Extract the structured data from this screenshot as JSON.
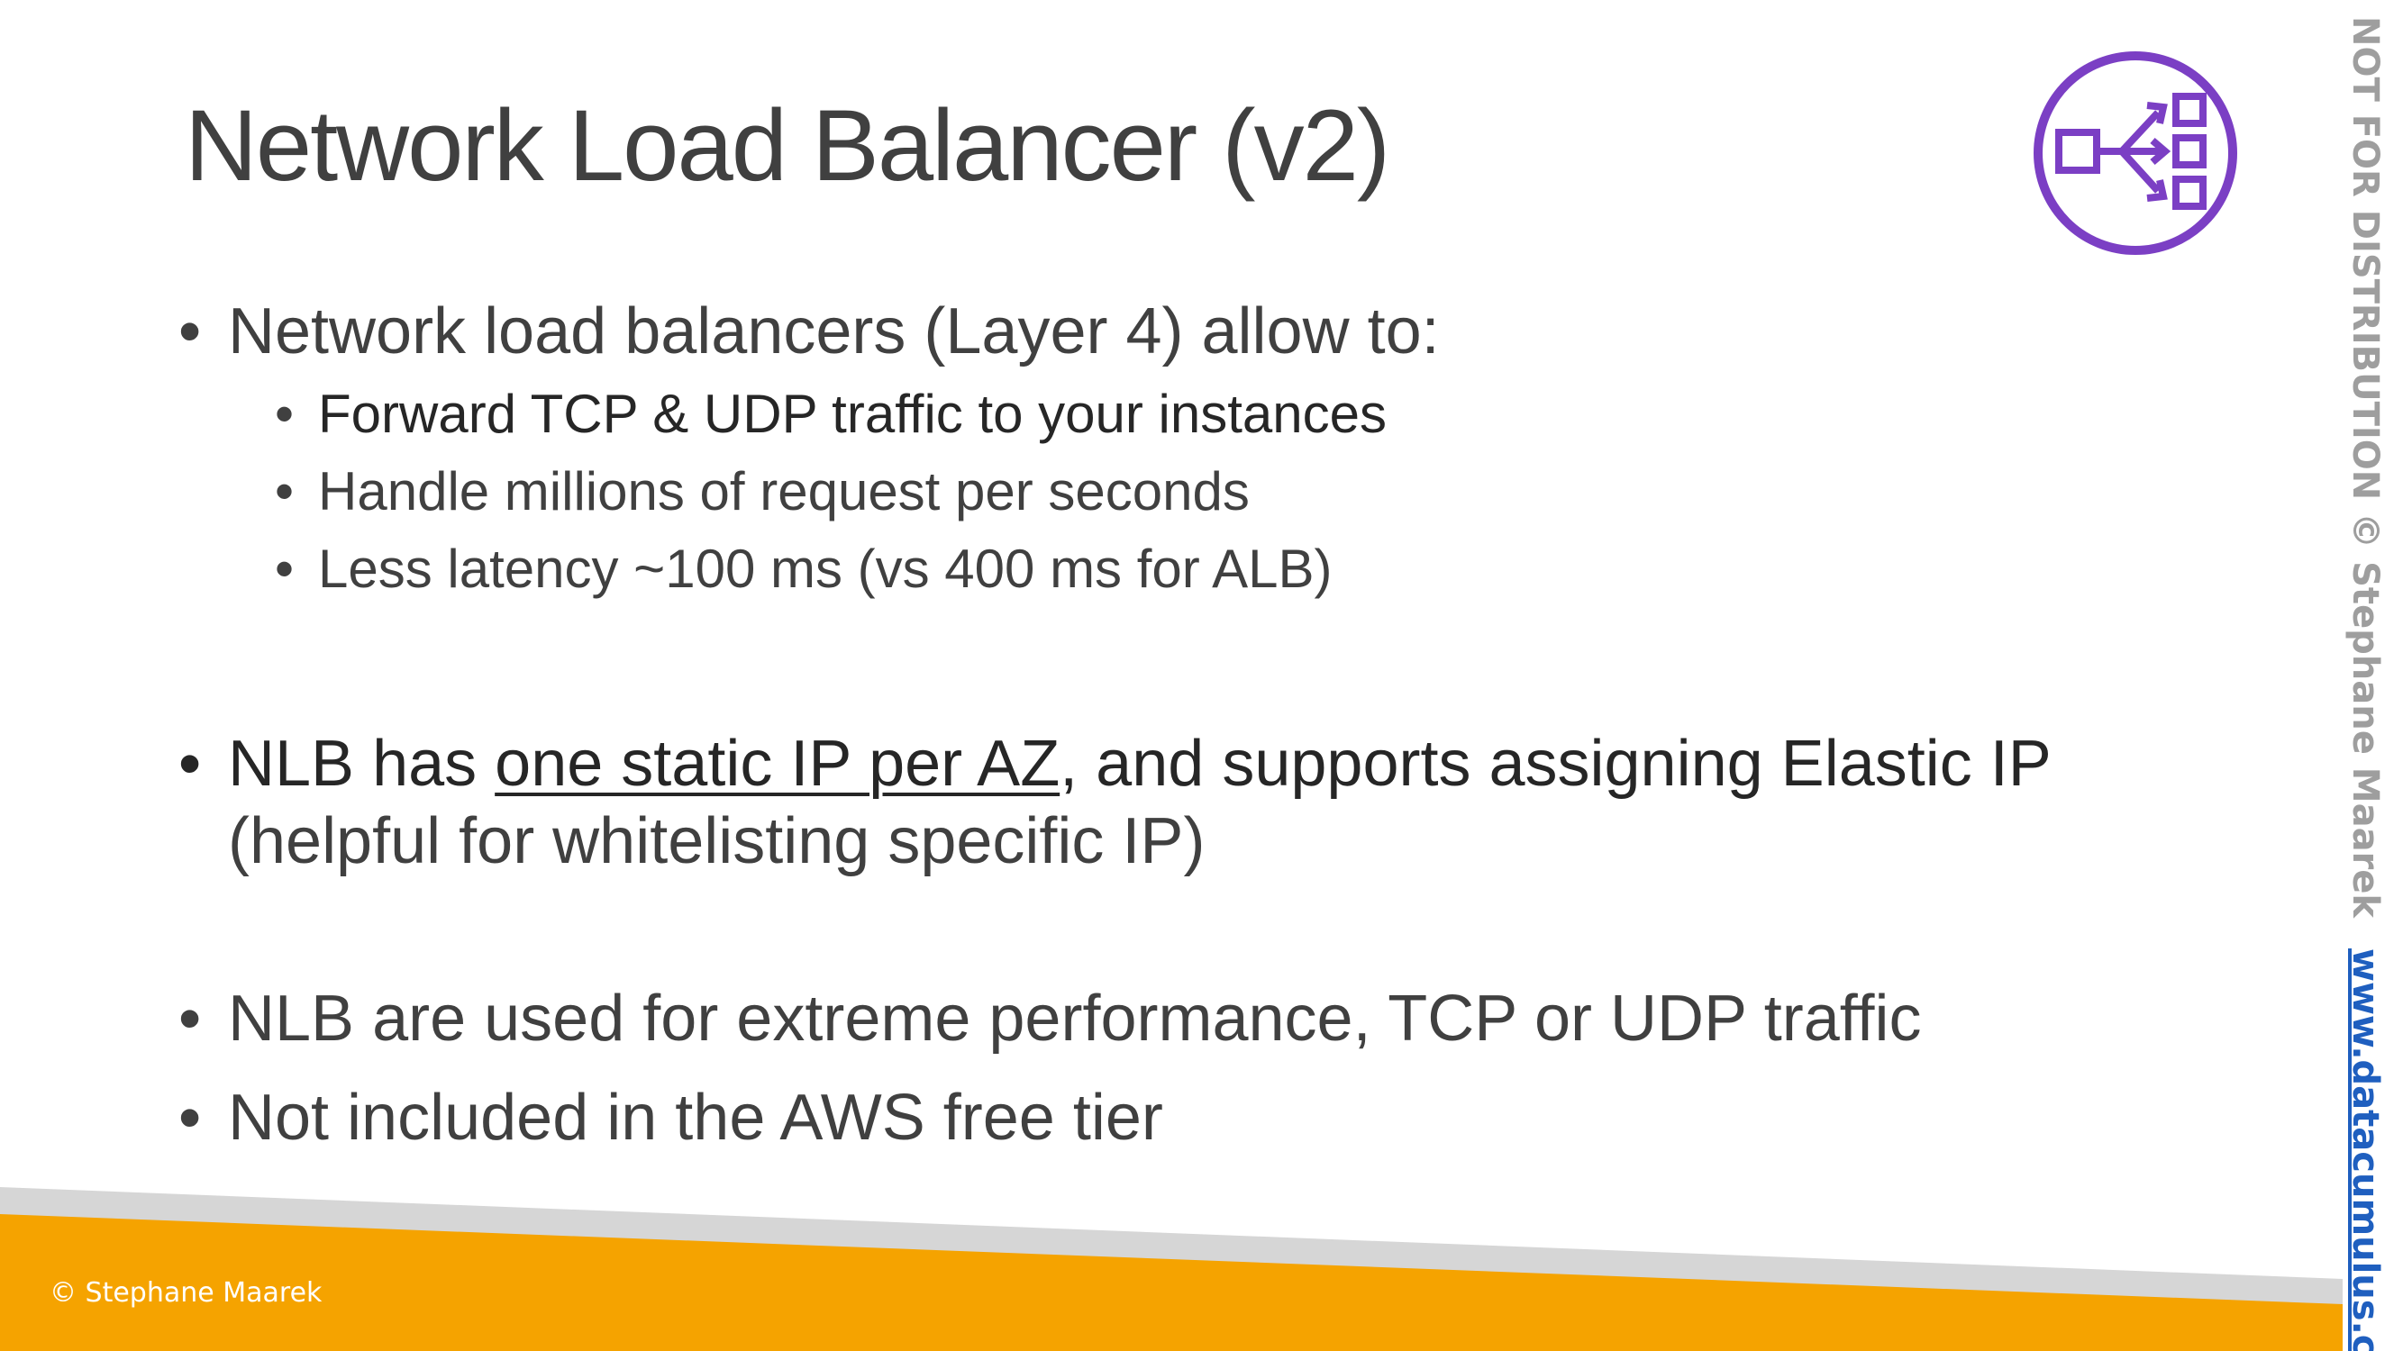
{
  "slide": {
    "title": "Network Load Balancer (v2)",
    "bullets": {
      "b1": "Network load balancers (Layer 4) allow to:",
      "b1_sub1": "Forward TCP & UDP traffic to your instances",
      "b1_sub2": "Handle millions of request per seconds",
      "b1_sub3": "Less latency ~100 ms (vs 400 ms for ALB)",
      "b2_part1": "NLB has ",
      "b2_underlined": "one static IP per AZ",
      "b2_part2": ", and supports assigning Elastic IP",
      "b2_line2": "(helpful for whitelisting specific IP)",
      "b3": "NLB are used for extreme performance, TCP or UDP traffic",
      "b4": "Not included in the AWS free tier"
    },
    "bullet_glyph": "•",
    "footer_copyright": "© Stephane Maarek",
    "side_watermark": "NOT FOR DISTRIBUTION © Stephane Maarek",
    "side_link": "www.datacumulus.com",
    "logo_icon": "network-load-balancer-icon"
  },
  "colors": {
    "logo_purple": "#7b3fc4",
    "footer_orange": "#f5a300",
    "footer_gray": "#d6d6d6",
    "link_blue": "#1f5fbf",
    "text": "#404040"
  }
}
